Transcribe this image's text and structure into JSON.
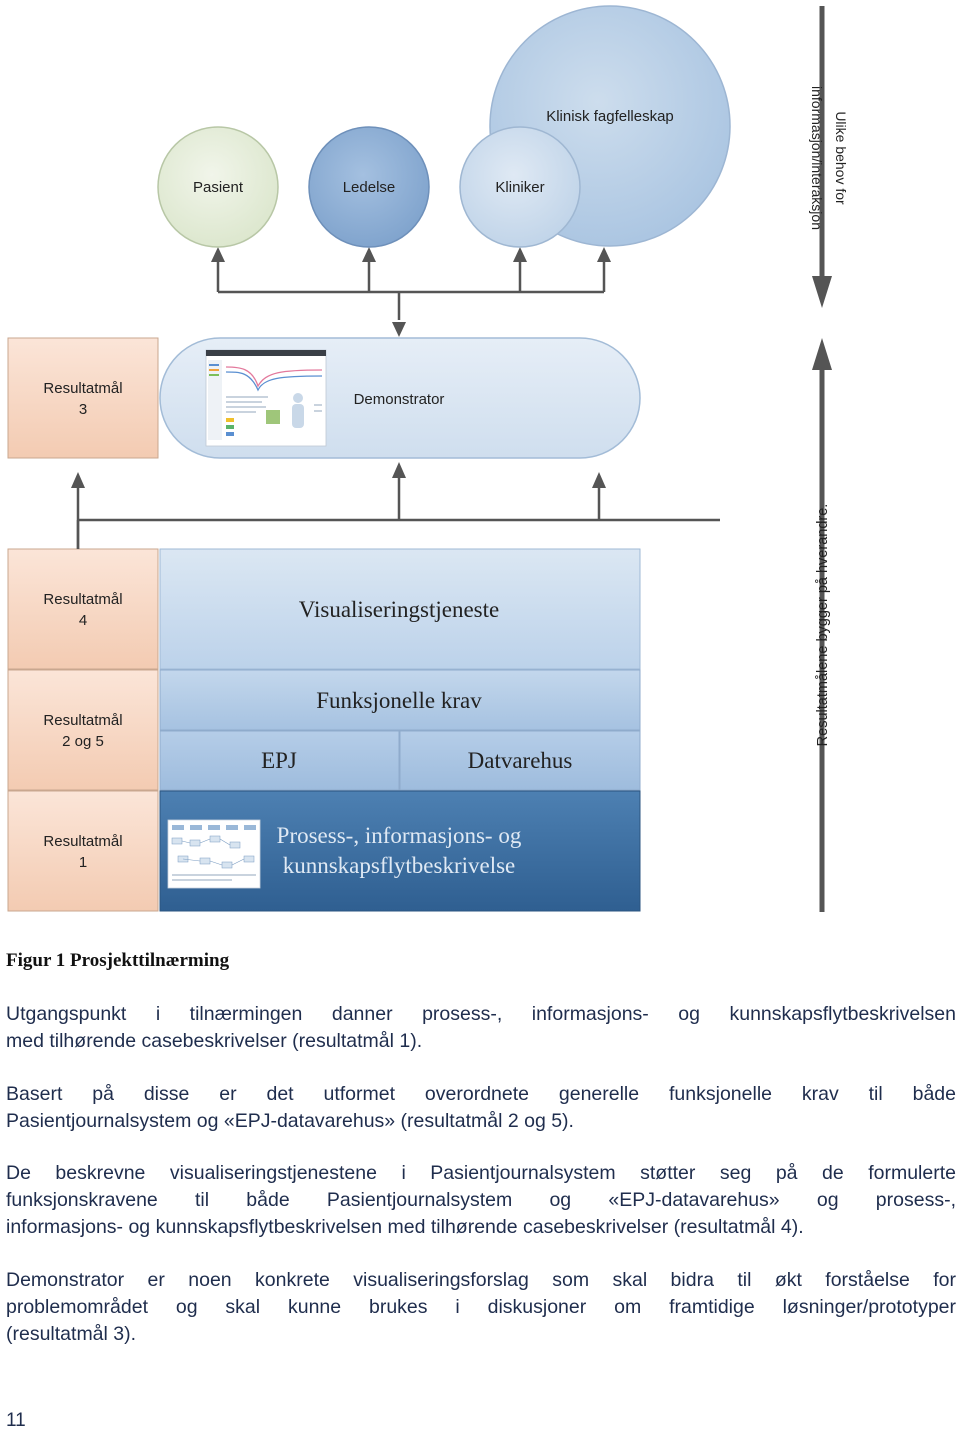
{
  "diagram": {
    "circles": {
      "pasient": "Pasient",
      "ledelse": "Ledelse",
      "kliniker": "Kliniker",
      "klinisk_fagfelleskap": "Klinisk fagfelleskap"
    },
    "top_arrow_label_line1": "Ulike behov for",
    "top_arrow_label_line2": "informasjon/interaksjon",
    "bottom_arrow_label": "Resultatmålene bygger på hverandre.",
    "resultatmaal": [
      {
        "line1": "Resultatmål",
        "line2": "3"
      },
      {
        "line1": "Resultatmål",
        "line2": "4"
      },
      {
        "line1": "Resultatmål",
        "line2": "2 og 5"
      },
      {
        "line1": "Resultatmål",
        "line2": "1"
      }
    ],
    "demonstrator": "Demonstrator",
    "visualiseringstjeneste": "Visualiseringstjeneste",
    "funksjonelle_krav": "Funksjonelle krav",
    "epj": "EPJ",
    "datvarehus": "Datvarehus",
    "prosess_line1": "Prosess-, informasjons- og",
    "prosess_line2": "kunnskapsflytbeskrivelse",
    "colors": {
      "pasient_fill": "#e3ecd7",
      "ledelse_fill": "#8fb0d6",
      "kliniker_fill": "#c7d8ea",
      "fagfelleskap_fill": "#b9cfe6",
      "resultat_fill": "#f7d7c4",
      "demonstrator_fill": "#dbe7f3",
      "layer_light": "#c9dcef",
      "layer_mid": "#a8c5e3",
      "layer_dark": "#3a6c9e"
    }
  },
  "caption": "Figur 1 Prosjekttilnærming",
  "paragraphs": {
    "p1_l1": "Utgangspunkt i tilnærmingen danner prosess-, informasjons- og kunnskapsflytbeskrivelsen",
    "p1_l2": "med tilhørende casebeskrivelser (resultatmål 1).",
    "p2_l1": "Basert på disse er det utformet overordnete generelle funksjonelle krav til både",
    "p2_l2": "Pasientjournalsystem og «EPJ-datavarehus» (resultatmål 2 og 5).",
    "p3_l1": "De beskrevne visualiseringstjenestene i Pasientjournalsystem støtter seg på de formulerte",
    "p3_l2": "funksjonskravene til både Pasientjournalsystem og «EPJ-datavarehus» og prosess-,",
    "p3_l3": "informasjons- og kunnskapsflytbeskrivelsen med tilhørende casebeskrivelser (resultatmål 4).",
    "p4_l1": "Demonstrator er noen konkrete visualiseringsforslag som skal bidra til økt forståelse for",
    "p4_l2": "problemområdet og skal kunne brukes i diskusjoner om framtidige løsninger/prototyper",
    "p4_l3": "(resultatmål 3)."
  },
  "page_number": "11"
}
